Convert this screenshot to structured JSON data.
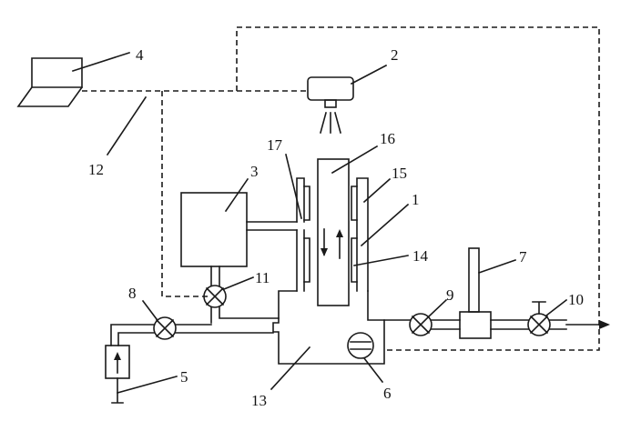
{
  "diagram": {
    "labels": {
      "l1": "1",
      "l2": "2",
      "l3": "3",
      "l4": "4",
      "l5": "5",
      "l6": "6",
      "l7": "7",
      "l8": "8",
      "l9": "9",
      "l10": "10",
      "l11": "11",
      "l12": "12",
      "l13": "13",
      "l14": "14",
      "l15": "15",
      "l16": "16",
      "l17": "17"
    },
    "colors": {
      "stroke": "#1a1a1a",
      "background": "#ffffff"
    }
  }
}
